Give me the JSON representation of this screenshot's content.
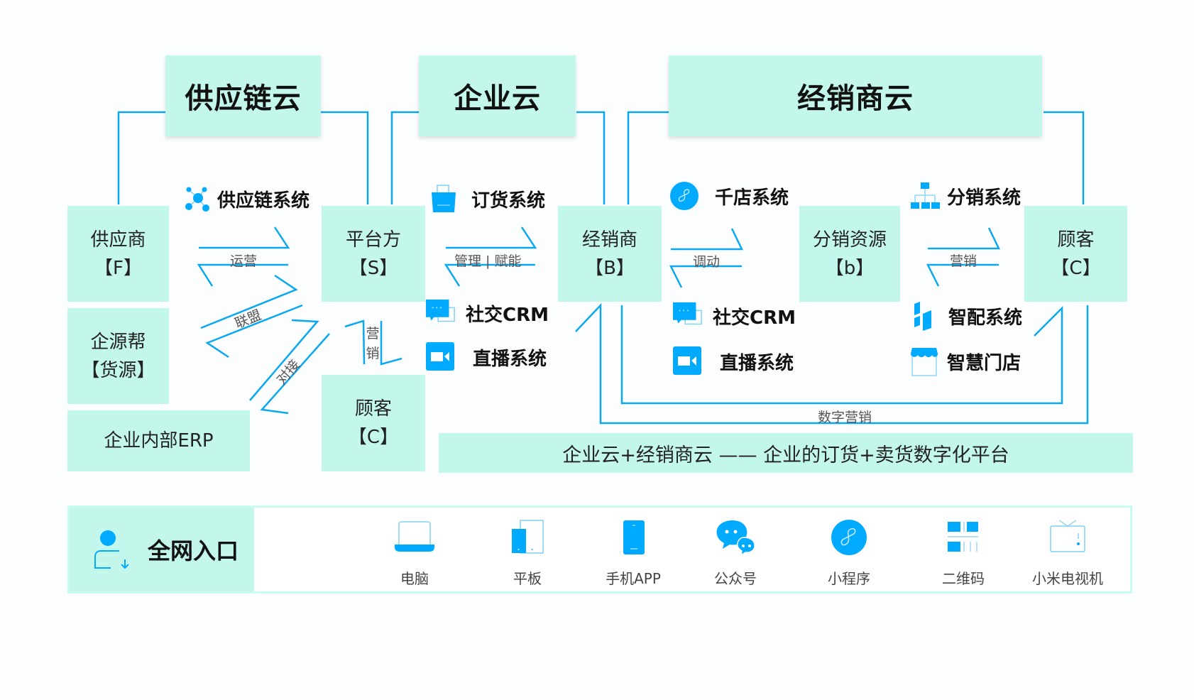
{
  "clouds": {
    "supply_chain": "供应链云",
    "enterprise": "企业云",
    "distributor": "经销商云"
  },
  "nodes": {
    "supplier": {
      "name": "供应商",
      "tag": "【F】"
    },
    "yuanbang": {
      "name": "企源帮",
      "tag": "【货源】"
    },
    "erp": {
      "name": "企业内部ERP"
    },
    "platform": {
      "name": "平台方",
      "tag": "【S】"
    },
    "customer_left": {
      "name": "顾客",
      "tag": "【C】"
    },
    "distributor": {
      "name": "经销商",
      "tag": "【B】"
    },
    "dist_resource": {
      "name": "分销资源",
      "tag": "【b】"
    },
    "customer_right": {
      "name": "顾客",
      "tag": "【C】"
    }
  },
  "systems": {
    "supply_chain_system": {
      "label": "供应链系统",
      "icon": "network-nodes-icon"
    },
    "ordering_system": {
      "label": "订货系统",
      "icon": "shopping-bag-icon"
    },
    "social_crm_1": {
      "label": "社交CRM",
      "icon": "chat-bubbles-icon"
    },
    "live_system_1": {
      "label": "直播系统",
      "icon": "video-camera-icon"
    },
    "qiandian_system": {
      "label": "千店系统",
      "icon": "mini-program-icon"
    },
    "social_crm_2": {
      "label": "社交CRM",
      "icon": "chat-bubbles-icon"
    },
    "live_system_2": {
      "label": "直播系统",
      "icon": "video-camera-icon"
    },
    "distribution_system": {
      "label": "分销系统",
      "icon": "org-tree-icon"
    },
    "smart_allocation": {
      "label": "智配系统",
      "icon": "smart-blocks-icon"
    },
    "smart_store": {
      "label": "智慧门店",
      "icon": "storefront-icon"
    }
  },
  "flows": {
    "operate": "运营",
    "alliance": "联盟",
    "dock": "对接",
    "marketing_vertical": [
      "营",
      "销"
    ],
    "manage_empower": "管理 | 赋能",
    "dispatch": "调动",
    "marketing": "营销",
    "digital_marketing": "数字营销"
  },
  "banner": "企业云+经销商云 —— 企业的订货+卖货数字化平台",
  "entry": {
    "title": "全网入口",
    "icon": "user-download-icon",
    "channels": [
      {
        "label": "电脑",
        "icon": "laptop-icon"
      },
      {
        "label": "平板",
        "icon": "tablet-icon"
      },
      {
        "label": "手机APP",
        "icon": "phone-icon"
      },
      {
        "label": "公众号",
        "icon": "wechat-icon"
      },
      {
        "label": "小程序",
        "icon": "mini-program-icon"
      },
      {
        "label": "二维码",
        "icon": "qrcode-icon"
      },
      {
        "label": "小米电视机",
        "icon": "tv-icon"
      }
    ]
  },
  "colors": {
    "box_fill": "#c4f7ec",
    "line_blue": "#0aa8f0",
    "icon_blue": "#00aaff"
  }
}
